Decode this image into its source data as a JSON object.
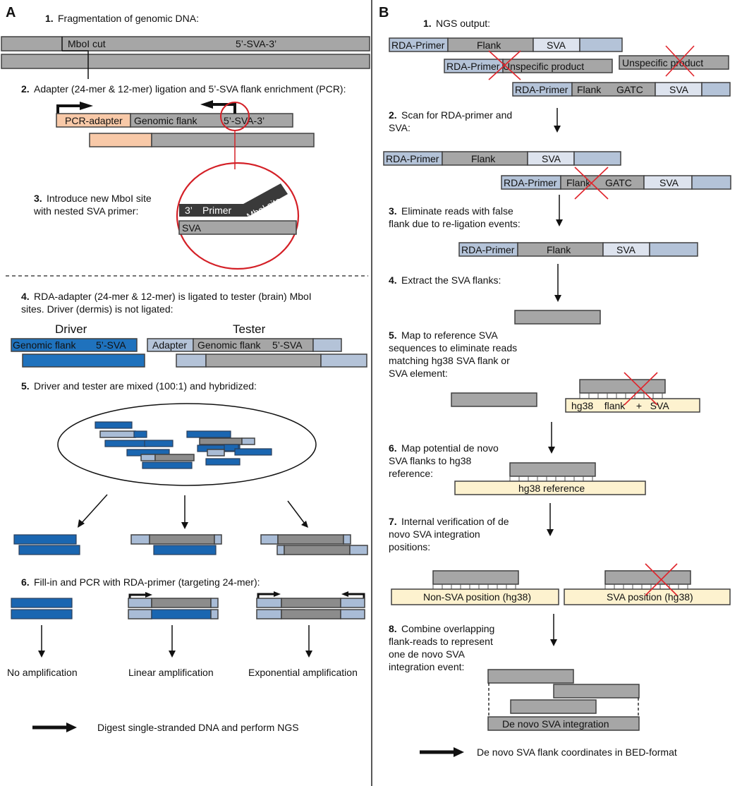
{
  "panel_a": {
    "label": "A",
    "step1": "Fragmentation of genomic DNA:",
    "mboi_cut": "MboI cut",
    "sva_label": "5’-SVA-3’",
    "step2": "Adapter (24-mer & 12-mer) ligation and 5’-SVA flank enrichment (PCR):",
    "pcr_adapter": "PCR-adapter",
    "genomic_flank": "Genomic flank",
    "step3_line1": "Introduce new MboI site",
    "step3_line2": "with nested SVA primer:",
    "primer_3": "3’",
    "primer": "Primer",
    "mboi_site": "MboI site",
    "sva": "SVA",
    "step4_line1": "RDA-adapter (24-mer & 12-mer) is ligated to tester (brain) MboI",
    "step4_line2": "sites. Driver (dermis) is not ligated:",
    "driver": "Driver",
    "tester": "Tester",
    "adapter": "Adapter",
    "sva5": "5’-SVA",
    "step5": "Driver and tester are mixed (100:1) and hybridized:",
    "step6": "Fill-in and PCR with RDA-primer (targeting 24-mer):",
    "no_amp": "No amplification",
    "lin_amp": "Linear amplification",
    "exp_amp": "Exponential amplification",
    "final": "Digest single-stranded DNA and perform NGS"
  },
  "panel_b": {
    "label": "B",
    "step1": "NGS output:",
    "rda_primer": "RDA-Primer",
    "flank": "Flank",
    "sva": "SVA",
    "unspecific": "Unspecific product",
    "gatc": "GATC",
    "step2_line1": "Scan for RDA-primer and",
    "step2_line2": "SVA:",
    "step3_line1": "Eliminate reads with false",
    "step3_line2": "flank due to re-ligation events:",
    "step4": "Extract the SVA flanks:",
    "step5_line1": "Map to reference SVA",
    "step5_line2": "sequences to eliminate reads",
    "step5_line3": "matching hg38 SVA flank or",
    "step5_line4": "SVA element:",
    "hg38_flank_sva": "hg38    flank    +   SVA",
    "step6_line1": "Map potential de novo",
    "step6_line2": "SVA flanks to hg38",
    "step6_line3": "reference:",
    "hg38_reference": "hg38 reference",
    "step7_line1": "Internal verification of de",
    "step7_line2": "novo SVA integration",
    "step7_line3": "positions:",
    "non_sva_pos": "Non-SVA position (hg38)",
    "sva_pos": "SVA position (hg38)",
    "step8_line1": "Combine overlapping",
    "step8_line2": "flank-reads to represent",
    "step8_line3": "one de novo SVA",
    "step8_line4": "integration event:",
    "de_novo": "De novo SVA integration",
    "final": "De novo SVA flank coordinates in BED-format"
  },
  "step_numbers": [
    "1.",
    "2.",
    "3.",
    "4.",
    "5.",
    "6.",
    "7.",
    "8."
  ]
}
